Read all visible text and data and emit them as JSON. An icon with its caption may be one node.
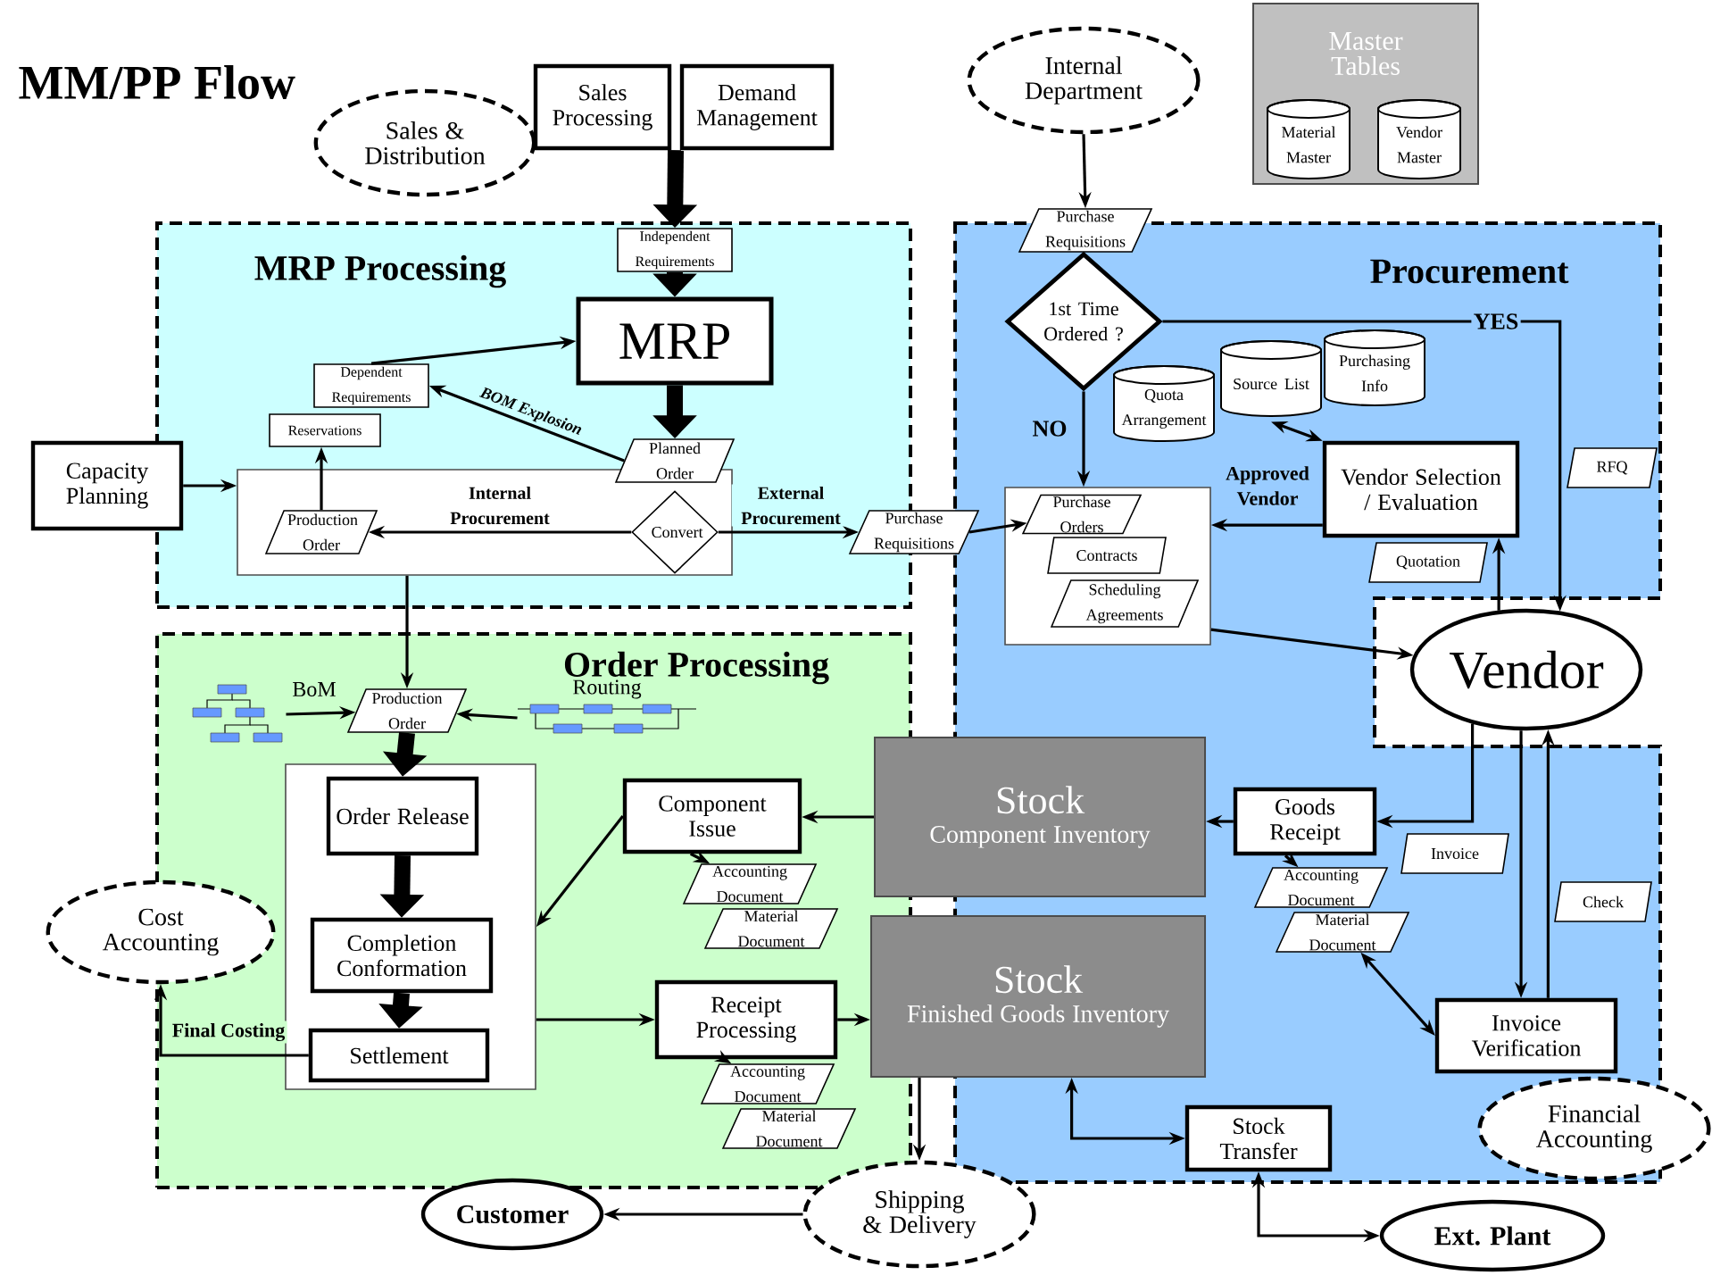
{
  "diagram": {
    "title": "MM/PP Flow",
    "nodes": [
      {
        "text": [
          "MRP Processing"
        ]
      },
      {
        "text": [
          "Procurement"
        ]
      },
      {
        "text": [
          "Order Processing"
        ]
      },
      {
        "text": [
          "Master Tables"
        ]
      },
      {
        "text": [
          "Material Master"
        ],
        "in": 3
      },
      {
        "text": [
          "Vendor Master"
        ],
        "in": 3
      },
      {
        "text": [
          "Sales & Distribution"
        ]
      },
      {
        "text": [
          "Sales Processing"
        ]
      },
      {
        "text": [
          "Demand Management"
        ]
      },
      {
        "text": [
          "Internal Department"
        ]
      },
      {
        "text": [
          "Independent Requirements"
        ],
        "in": 0
      },
      {
        "text": [
          "MRP"
        ],
        "in": 0
      },
      {
        "text": [
          "Dependent Requirements"
        ],
        "in": 0
      },
      {
        "text": [
          "Reservations"
        ],
        "in": 0
      },
      {
        "text": [
          "Capacity Planning"
        ]
      },
      {
        "text": [],
        "shape": "box",
        "in": 0
      },
      {
        "text": [
          "Planned Order"
        ],
        "in": 0
      },
      {
        "text": [
          "Production Order"
        ],
        "in": 15
      },
      {
        "text": [
          "Convert"
        ],
        "in": 15
      },
      {
        "text": [
          "Purchase Requisitions"
        ]
      },
      {
        "text": [
          "Purchase Requisitions"
        ]
      },
      {
        "text": [
          "1st Time Ordered ?"
        ],
        "in": 1
      },
      {
        "text": [
          "Quota Arrangement"
        ],
        "in": 1
      },
      {
        "text": [
          "Source List"
        ],
        "in": 1
      },
      {
        "text": [
          "Purchasing Info"
        ],
        "in": 1
      },
      {
        "text": [
          "Vendor Selection / Evaluation"
        ],
        "in": 1
      },
      {
        "text": [
          "RFQ"
        ],
        "in": 1
      },
      {
        "text": [],
        "shape": "box",
        "in": 1
      },
      {
        "text": [
          "Purchase Orders"
        ],
        "in": 27
      },
      {
        "text": [
          "Contracts"
        ],
        "in": 27
      },
      {
        "text": [
          "Scheduling Agreements"
        ],
        "in": 27
      },
      {
        "text": [
          "Quotation"
        ],
        "in": 1
      },
      {
        "text": [
          "Vendor"
        ]
      },
      {
        "text": [
          "Production Order"
        ],
        "in": 2
      },
      {
        "text": [
          "BoM"
        ],
        "in": 2
      },
      {
        "text": [
          "Routing"
        ],
        "in": 2
      },
      {
        "text": [],
        "shape": "box",
        "in": 2
      },
      {
        "text": [
          "Order Release"
        ],
        "in": 36
      },
      {
        "text": [
          "Completion Conformation"
        ],
        "in": 36
      },
      {
        "text": [
          "Settlement"
        ],
        "in": 36
      },
      {
        "text": [
          "Component Issue"
        ],
        "in": 2
      },
      {
        "text": [
          "Accounting Document"
        ],
        "in": 2
      },
      {
        "text": [
          "Material Document"
        ],
        "in": 2
      },
      {
        "text": [
          "Receipt Processing"
        ],
        "in": 2
      },
      {
        "text": [
          "Accounting Document"
        ],
        "in": 2
      },
      {
        "text": [
          "Material Document"
        ],
        "in": 2
      },
      {
        "text": [
          "Stock",
          "Component Inventory"
        ]
      },
      {
        "text": [
          "Stock",
          "Finished Goods Inventory"
        ]
      },
      {
        "text": [
          "Goods Receipt"
        ],
        "in": 1
      },
      {
        "text": [
          "Accounting Document"
        ],
        "in": 1
      },
      {
        "text": [
          "Material Document"
        ],
        "in": 1
      },
      {
        "text": [
          "Invoice"
        ],
        "in": 1
      },
      {
        "text": [
          "Check"
        ],
        "in": 1
      },
      {
        "text": [
          "Invoice Verification"
        ],
        "in": 1
      },
      {
        "text": [
          "Financial Accounting"
        ]
      },
      {
        "text": [
          "Stock Transfer"
        ],
        "in": 1
      },
      {
        "text": [
          "Cost Accounting"
        ]
      },
      {
        "text": [
          "Shipping & Delivery"
        ]
      },
      {
        "text": [
          "Customer"
        ]
      },
      {
        "text": [
          "Ext. Plant"
        ]
      }
    ],
    "edges": [
      {
        "from": 7,
        "to": 10,
        "arrow": "to",
        "style": "thick"
      },
      {
        "from": 8,
        "to": 10,
        "arrow": "to",
        "style": "thick"
      },
      {
        "from": 10,
        "to": 11,
        "arrow": "to",
        "style": "thick"
      },
      {
        "from": 11,
        "to": 16,
        "arrow": "to",
        "style": "thick"
      },
      {
        "from": 16,
        "to": 12,
        "arrow": "to",
        "label": "BOM Explosion"
      },
      {
        "from": 12,
        "to": 11,
        "arrow": "to"
      },
      {
        "from": 14,
        "to": 15,
        "arrow": "to"
      },
      {
        "from": 17,
        "to": 13,
        "arrow": "to"
      },
      {
        "from": 18,
        "to": 17,
        "arrow": "to",
        "label": "Internal Procurement"
      },
      {
        "from": 18,
        "to": 19,
        "arrow": "to",
        "label": "External Procurement"
      },
      {
        "from": 19,
        "to": 28,
        "arrow": "to"
      },
      {
        "from": 9,
        "to": 20,
        "arrow": "to"
      },
      {
        "from": 21,
        "to": 27,
        "arrow": "to",
        "label": "NO"
      },
      {
        "from": 21,
        "to": 32,
        "arrow": "to",
        "label": "YES"
      },
      {
        "from": 23,
        "to": 25,
        "arrow": "both"
      },
      {
        "from": 25,
        "to": 27,
        "arrow": "to",
        "label": "Approved Vendor"
      },
      {
        "from": 32,
        "to": 25,
        "arrow": "to"
      },
      {
        "from": 27,
        "to": 32,
        "arrow": "to"
      },
      {
        "from": 15,
        "to": 33,
        "arrow": "to"
      },
      {
        "from": 34,
        "to": 33,
        "arrow": "to"
      },
      {
        "from": 35,
        "to": 33,
        "arrow": "to"
      },
      {
        "from": 33,
        "to": 37,
        "arrow": "to",
        "style": "thick"
      },
      {
        "from": 37,
        "to": 38,
        "arrow": "to",
        "style": "thick"
      },
      {
        "from": 38,
        "to": 39,
        "arrow": "to",
        "style": "thick"
      },
      {
        "from": 40,
        "to": 36,
        "arrow": "to"
      },
      {
        "from": 46,
        "to": 40,
        "arrow": "to"
      },
      {
        "from": 40,
        "to": 41,
        "arrow": "to"
      },
      {
        "from": 36,
        "to": 43,
        "arrow": "to"
      },
      {
        "from": 43,
        "to": 47,
        "arrow": "to"
      },
      {
        "from": 43,
        "to": 44,
        "arrow": "to"
      },
      {
        "from": 39,
        "to": 56,
        "arrow": "to",
        "label": "Final Costing"
      },
      {
        "from": 32,
        "to": 48,
        "arrow": "to"
      },
      {
        "from": 48,
        "to": 46,
        "arrow": "to"
      },
      {
        "from": 48,
        "to": 49,
        "arrow": "to"
      },
      {
        "from": 32,
        "to": 53,
        "arrow": "to"
      },
      {
        "from": 53,
        "to": 32,
        "arrow": "to"
      },
      {
        "from": 50,
        "to": 53,
        "arrow": "both"
      },
      {
        "from": 47,
        "to": 55,
        "arrow": "both"
      },
      {
        "from": 55,
        "to": 59,
        "arrow": "both"
      },
      {
        "from": 47,
        "to": 57,
        "arrow": "to"
      },
      {
        "from": 57,
        "to": 58,
        "arrow": "to"
      }
    ]
  }
}
